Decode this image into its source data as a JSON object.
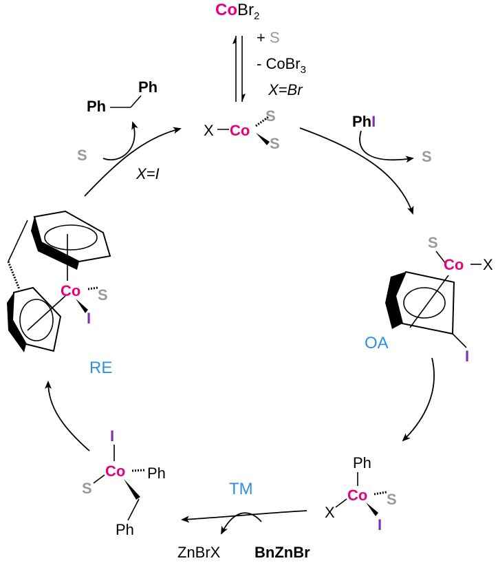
{
  "colors": {
    "cobalt": "#e6007e",
    "solvent": "#999999",
    "iodine": "#7b2fbe",
    "step": "#2f8fe0"
  },
  "top": {
    "co": "Co",
    "br": "Br",
    "sub2": "2",
    "plus_s_sign": "+ ",
    "plus_s": "S",
    "minus": "- CoBr",
    "sub3": "3",
    "xbr": "X=Br"
  },
  "center": {
    "x": "X",
    "co": "Co",
    "s1": "S",
    "s2": "S"
  },
  "product": {
    "ph1": "Ph",
    "ph2": "Ph",
    "s": "S",
    "xi": "X=I"
  },
  "phi": {
    "ph": "Ph",
    "i": "I",
    "s": "S"
  },
  "oa_complex": {
    "s": "S",
    "co": "Co",
    "x": "X",
    "i": "I"
  },
  "re_complex": {
    "co": "Co",
    "s": "S",
    "i": "I"
  },
  "tm_complex": {
    "ph": "Ph",
    "x": "X",
    "co": "Co",
    "s": "S",
    "i": "I"
  },
  "bl_complex": {
    "i": "I",
    "s": "S",
    "co": "Co",
    "ph": "Ph",
    "ph2": "Ph"
  },
  "tm_reagents": {
    "out": "ZnBrX",
    "in": "BnZnBr"
  },
  "steps": {
    "oa": "OA",
    "re": "RE",
    "tm": "TM"
  }
}
